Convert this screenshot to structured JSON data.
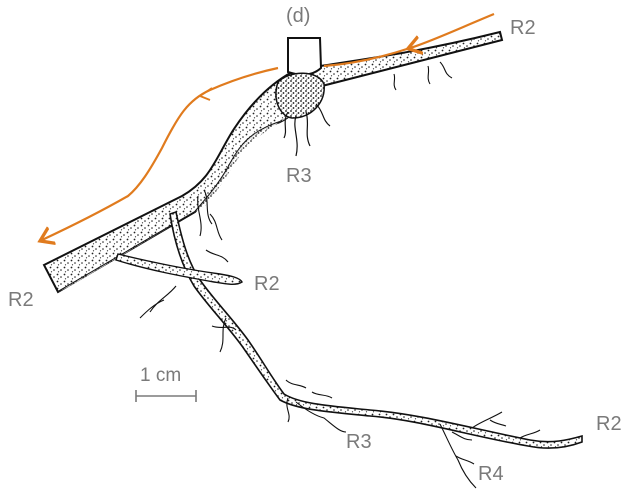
{
  "panel_label": "(d)",
  "scale_bar": {
    "label": "1 cm"
  },
  "labels": {
    "r2_top_right": "R2",
    "r3_upper": "R3",
    "r2_left": "R2",
    "r2_middle": "R2",
    "r2_lower_right": "R2",
    "r3_lower": "R3",
    "r4_lower": "R4"
  },
  "colors": {
    "flow_arrow": "#e07b1e",
    "root_outline": "#111111",
    "root_stipple": "#222222",
    "label_text": "#7a7a7a"
  }
}
